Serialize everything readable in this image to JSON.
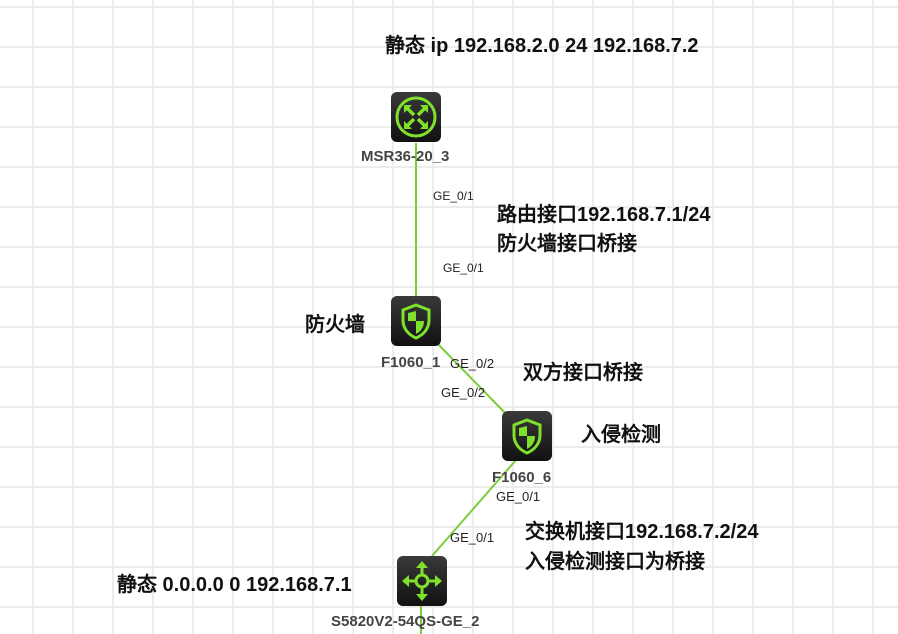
{
  "colors": {
    "link": "#7dcc3a",
    "icon": "#7fe12b"
  },
  "nodes": {
    "msr": {
      "name": "MSR36-20_3",
      "icon": "router-icon"
    },
    "fw1": {
      "name": "F1060_1",
      "icon": "firewall-icon"
    },
    "fw6": {
      "name": "F1060_6",
      "icon": "firewall-icon"
    },
    "sw": {
      "name": "S5820V2-54QS-GE_2",
      "icon": "switch-icon"
    }
  },
  "ports": {
    "msr_ge01": "GE_0/1",
    "fw1_ge01": "GE_0/1",
    "fw1_ge02": "GE_0/2",
    "fw6_ge02": "GE_0/2",
    "fw6_ge01": "GE_0/1",
    "sw_ge01": "GE_0/1"
  },
  "notes": {
    "static_route_msr": "静态 ip 192.168.2.0 24 192.168.7.2",
    "router_if": "路由接口192.168.7.1/24",
    "fw_bridge": "防火墙接口桥接",
    "firewall": "防火墙",
    "both_bridge": "双方接口桥接",
    "ids": "入侵检测",
    "switch_if": "交换机接口192.168.7.2/24",
    "ids_bridge": "入侵检测接口为桥接",
    "static_route_sw": "静态 0.0.0.0 0 192.168.7.1"
  }
}
